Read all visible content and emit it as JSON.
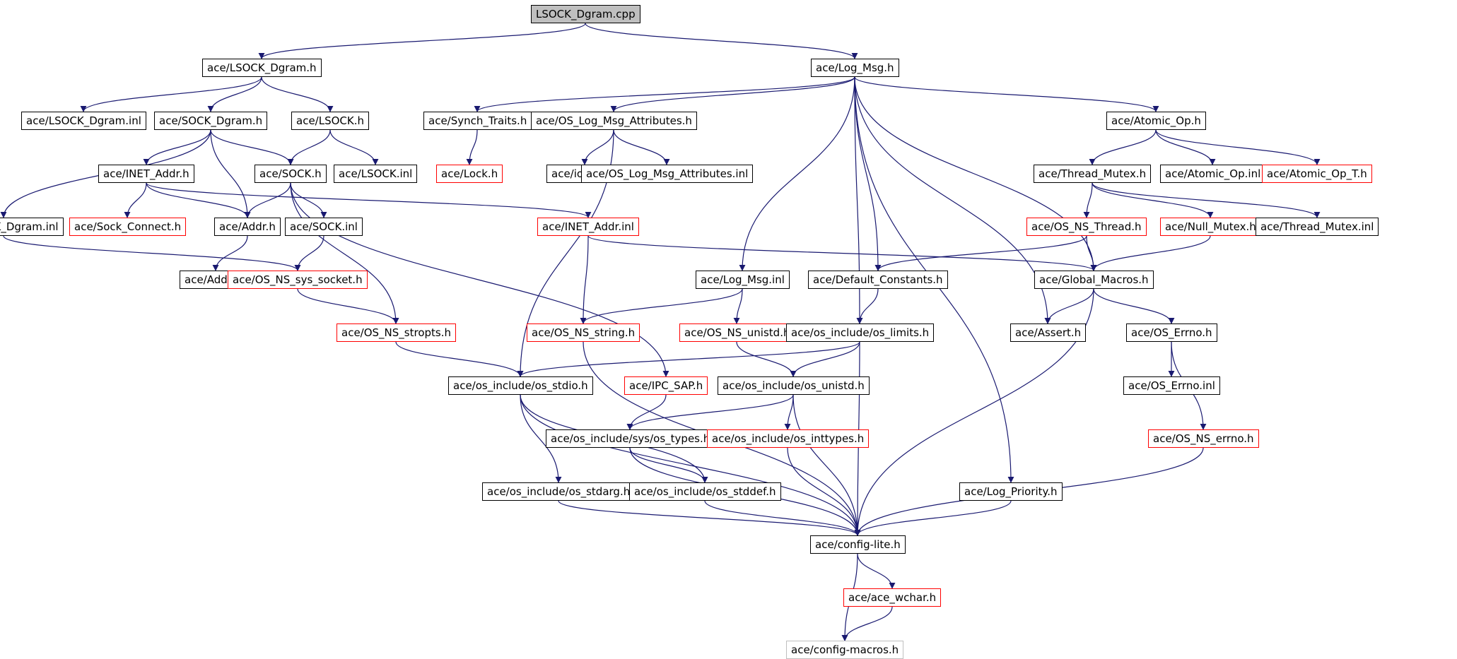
{
  "graph": {
    "edge_color": "#191970",
    "nodes": [
      {
        "id": "lsock_dgram_cpp",
        "label": "LSOCK_Dgram.cpp",
        "style": "root"
      },
      {
        "id": "lsock_dgram_h",
        "label": "ace/LSOCK_Dgram.h",
        "style": "normal"
      },
      {
        "id": "log_msg_h",
        "label": "ace/Log_Msg.h",
        "style": "normal"
      },
      {
        "id": "lsock_dgram_inl",
        "label": "ace/LSOCK_Dgram.inl",
        "style": "normal"
      },
      {
        "id": "sock_dgram_h",
        "label": "ace/SOCK_Dgram.h",
        "style": "normal"
      },
      {
        "id": "lsock_h",
        "label": "ace/LSOCK.h",
        "style": "normal"
      },
      {
        "id": "synch_traits_h",
        "label": "ace/Synch_Traits.h",
        "style": "normal"
      },
      {
        "id": "os_log_msg_attr_h",
        "label": "ace/OS_Log_Msg_Attributes.h",
        "style": "normal"
      },
      {
        "id": "atomic_op_h",
        "label": "ace/Atomic_Op.h",
        "style": "normal"
      },
      {
        "id": "inet_addr_h",
        "label": "ace/INET_Addr.h",
        "style": "normal"
      },
      {
        "id": "sock_h",
        "label": "ace/SOCK.h",
        "style": "normal"
      },
      {
        "id": "lsock_inl",
        "label": "ace/LSOCK.inl",
        "style": "normal"
      },
      {
        "id": "lock_h",
        "label": "ace/Lock.h",
        "style": "red"
      },
      {
        "id": "iosfwd_h",
        "label": "ace/iosfwd.h",
        "style": "normal"
      },
      {
        "id": "os_log_msg_attr_inl",
        "label": "ace/OS_Log_Msg_Attributes.inl",
        "style": "normal"
      },
      {
        "id": "thread_mutex_h",
        "label": "ace/Thread_Mutex.h",
        "style": "normal"
      },
      {
        "id": "atomic_op_inl",
        "label": "ace/Atomic_Op.inl",
        "style": "normal"
      },
      {
        "id": "atomic_op_t_h",
        "label": "ace/Atomic_Op_T.h",
        "style": "red"
      },
      {
        "id": "sock_dgram_inl",
        "label": "ace/SOCK_Dgram.inl",
        "style": "normal"
      },
      {
        "id": "sock_connect_h",
        "label": "ace/Sock_Connect.h",
        "style": "red"
      },
      {
        "id": "addr_h",
        "label": "ace/Addr.h",
        "style": "normal"
      },
      {
        "id": "sock_inl",
        "label": "ace/SOCK.inl",
        "style": "normal"
      },
      {
        "id": "inet_addr_inl",
        "label": "ace/INET_Addr.inl",
        "style": "red"
      },
      {
        "id": "os_ns_thread_h",
        "label": "ace/OS_NS_Thread.h",
        "style": "red"
      },
      {
        "id": "null_mutex_h",
        "label": "ace/Null_Mutex.h",
        "style": "red"
      },
      {
        "id": "thread_mutex_inl",
        "label": "ace/Thread_Mutex.inl",
        "style": "normal"
      },
      {
        "id": "addr_inl",
        "label": "ace/Addr.inl",
        "style": "normal"
      },
      {
        "id": "os_ns_sys_socket_h",
        "label": "ace/OS_NS_sys_socket.h",
        "style": "red"
      },
      {
        "id": "log_msg_inl",
        "label": "ace/Log_Msg.inl",
        "style": "normal"
      },
      {
        "id": "default_constants_h",
        "label": "ace/Default_Constants.h",
        "style": "normal"
      },
      {
        "id": "global_macros_h",
        "label": "ace/Global_Macros.h",
        "style": "normal"
      },
      {
        "id": "os_ns_stropts_h",
        "label": "ace/OS_NS_stropts.h",
        "style": "red"
      },
      {
        "id": "os_ns_string_h",
        "label": "ace/OS_NS_string.h",
        "style": "red"
      },
      {
        "id": "os_ns_unistd_h",
        "label": "ace/OS_NS_unistd.h",
        "style": "red"
      },
      {
        "id": "os_limits_h",
        "label": "ace/os_include/os_limits.h",
        "style": "normal"
      },
      {
        "id": "assert_h",
        "label": "ace/Assert.h",
        "style": "normal"
      },
      {
        "id": "os_errno_h",
        "label": "ace/OS_Errno.h",
        "style": "normal"
      },
      {
        "id": "os_stdio_h",
        "label": "ace/os_include/os_stdio.h",
        "style": "normal"
      },
      {
        "id": "ipc_sap_h",
        "label": "ace/IPC_SAP.h",
        "style": "red"
      },
      {
        "id": "os_unistd_h",
        "label": "ace/os_include/os_unistd.h",
        "style": "normal"
      },
      {
        "id": "os_errno_inl",
        "label": "ace/OS_Errno.inl",
        "style": "normal"
      },
      {
        "id": "os_types_h",
        "label": "ace/os_include/sys/os_types.h",
        "style": "normal"
      },
      {
        "id": "os_inttypes_h",
        "label": "ace/os_include/os_inttypes.h",
        "style": "red"
      },
      {
        "id": "os_ns_errno_h",
        "label": "ace/OS_NS_errno.h",
        "style": "red"
      },
      {
        "id": "os_stdarg_h",
        "label": "ace/os_include/os_stdarg.h",
        "style": "normal"
      },
      {
        "id": "os_stddef_h",
        "label": "ace/os_include/os_stddef.h",
        "style": "normal"
      },
      {
        "id": "log_priority_h",
        "label": "ace/Log_Priority.h",
        "style": "normal"
      },
      {
        "id": "config_lite_h",
        "label": "ace/config-lite.h",
        "style": "normal"
      },
      {
        "id": "ace_wchar_h",
        "label": "ace/ace_wchar.h",
        "style": "red"
      },
      {
        "id": "config_macros_h",
        "label": "ace/config-macros.h",
        "style": "gray"
      }
    ],
    "edges": [
      [
        "lsock_dgram_cpp",
        "lsock_dgram_h"
      ],
      [
        "lsock_dgram_cpp",
        "log_msg_h"
      ],
      [
        "lsock_dgram_h",
        "lsock_dgram_inl"
      ],
      [
        "lsock_dgram_h",
        "sock_dgram_h"
      ],
      [
        "lsock_dgram_h",
        "lsock_h"
      ],
      [
        "sock_dgram_h",
        "inet_addr_h"
      ],
      [
        "sock_dgram_h",
        "sock_h"
      ],
      [
        "sock_dgram_h",
        "addr_h"
      ],
      [
        "sock_dgram_h",
        "sock_dgram_inl"
      ],
      [
        "lsock_h",
        "sock_h"
      ],
      [
        "lsock_h",
        "lsock_inl"
      ],
      [
        "inet_addr_h",
        "sock_connect_h"
      ],
      [
        "inet_addr_h",
        "addr_h"
      ],
      [
        "inet_addr_h",
        "inet_addr_inl"
      ],
      [
        "sock_h",
        "addr_h"
      ],
      [
        "sock_h",
        "sock_inl"
      ],
      [
        "sock_h",
        "os_ns_stropts_h"
      ],
      [
        "sock_h",
        "ipc_sap_h"
      ],
      [
        "addr_h",
        "addr_inl"
      ],
      [
        "sock_inl",
        "os_ns_sys_socket_h"
      ],
      [
        "sock_dgram_inl",
        "os_ns_sys_socket_h"
      ],
      [
        "os_ns_sys_socket_h",
        "os_ns_stropts_h"
      ],
      [
        "os_ns_stropts_h",
        "os_stdio_h"
      ],
      [
        "inet_addr_inl",
        "os_ns_string_h"
      ],
      [
        "inet_addr_inl",
        "global_macros_h"
      ],
      [
        "log_msg_h",
        "synch_traits_h"
      ],
      [
        "log_msg_h",
        "os_log_msg_attr_h"
      ],
      [
        "log_msg_h",
        "atomic_op_h"
      ],
      [
        "log_msg_h",
        "log_msg_inl"
      ],
      [
        "log_msg_h",
        "default_constants_h"
      ],
      [
        "log_msg_h",
        "os_limits_h"
      ],
      [
        "log_msg_h",
        "log_priority_h"
      ],
      [
        "log_msg_h",
        "assert_h"
      ],
      [
        "log_msg_h",
        "global_macros_h"
      ],
      [
        "synch_traits_h",
        "lock_h"
      ],
      [
        "os_log_msg_attr_h",
        "iosfwd_h"
      ],
      [
        "os_log_msg_attr_h",
        "os_log_msg_attr_inl"
      ],
      [
        "os_log_msg_attr_h",
        "os_stdio_h"
      ],
      [
        "atomic_op_h",
        "thread_mutex_h"
      ],
      [
        "atomic_op_h",
        "atomic_op_inl"
      ],
      [
        "atomic_op_h",
        "atomic_op_t_h"
      ],
      [
        "thread_mutex_h",
        "os_ns_thread_h"
      ],
      [
        "thread_mutex_h",
        "null_mutex_h"
      ],
      [
        "thread_mutex_h",
        "thread_mutex_inl"
      ],
      [
        "os_ns_thread_h",
        "global_macros_h"
      ],
      [
        "os_ns_thread_h",
        "default_constants_h"
      ],
      [
        "null_mutex_h",
        "global_macros_h"
      ],
      [
        "log_msg_inl",
        "os_ns_string_h"
      ],
      [
        "log_msg_inl",
        "os_ns_unistd_h"
      ],
      [
        "default_constants_h",
        "os_limits_h"
      ],
      [
        "global_macros_h",
        "assert_h"
      ],
      [
        "global_macros_h",
        "os_errno_h"
      ],
      [
        "global_macros_h",
        "config_lite_h"
      ],
      [
        "os_ns_string_h",
        "config_lite_h"
      ],
      [
        "os_ns_unistd_h",
        "os_unistd_h"
      ],
      [
        "os_limits_h",
        "os_stdio_h"
      ],
      [
        "os_limits_h",
        "os_unistd_h"
      ],
      [
        "os_limits_h",
        "config_lite_h"
      ],
      [
        "os_errno_h",
        "os_errno_inl"
      ],
      [
        "os_errno_h",
        "os_ns_errno_h"
      ],
      [
        "os_stdio_h",
        "os_stdarg_h"
      ],
      [
        "os_stdio_h",
        "os_stddef_h"
      ],
      [
        "os_stdio_h",
        "config_lite_h"
      ],
      [
        "ipc_sap_h",
        "os_types_h"
      ],
      [
        "os_unistd_h",
        "os_types_h"
      ],
      [
        "os_unistd_h",
        "os_inttypes_h"
      ],
      [
        "os_unistd_h",
        "config_lite_h"
      ],
      [
        "os_types_h",
        "os_stddef_h"
      ],
      [
        "os_types_h",
        "config_lite_h"
      ],
      [
        "os_inttypes_h",
        "config_lite_h"
      ],
      [
        "os_ns_errno_h",
        "config_lite_h"
      ],
      [
        "os_stdarg_h",
        "config_lite_h"
      ],
      [
        "os_stddef_h",
        "config_lite_h"
      ],
      [
        "log_priority_h",
        "config_lite_h"
      ],
      [
        "config_lite_h",
        "ace_wchar_h"
      ],
      [
        "config_lite_h",
        "config_macros_h"
      ],
      [
        "ace_wchar_h",
        "config_macros_h"
      ]
    ]
  }
}
